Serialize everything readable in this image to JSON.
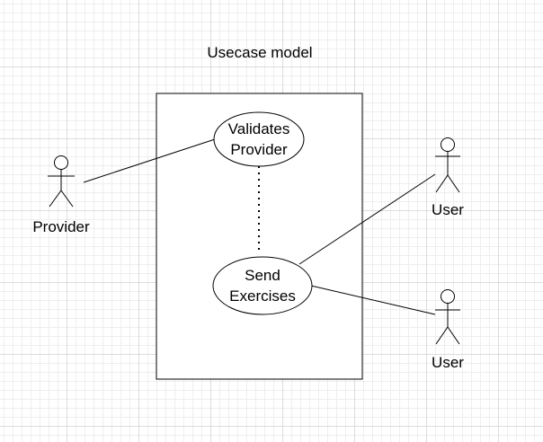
{
  "diagram": {
    "title": "Usecase model",
    "actors": [
      {
        "id": "provider",
        "label": "Provider"
      },
      {
        "id": "user1",
        "label": "User"
      },
      {
        "id": "user2",
        "label": "User"
      }
    ],
    "usecases": [
      {
        "id": "validates",
        "lines": [
          "Validates",
          "Provider"
        ]
      },
      {
        "id": "send",
        "lines": [
          "Send",
          "Exercises"
        ]
      }
    ],
    "connections": [
      {
        "from": "provider",
        "to": "validates",
        "style": "solid"
      },
      {
        "from": "validates",
        "to": "send",
        "style": "dotted"
      },
      {
        "from": "send",
        "to": "user1",
        "style": "solid"
      },
      {
        "from": "send",
        "to": "user2",
        "style": "solid"
      }
    ]
  }
}
